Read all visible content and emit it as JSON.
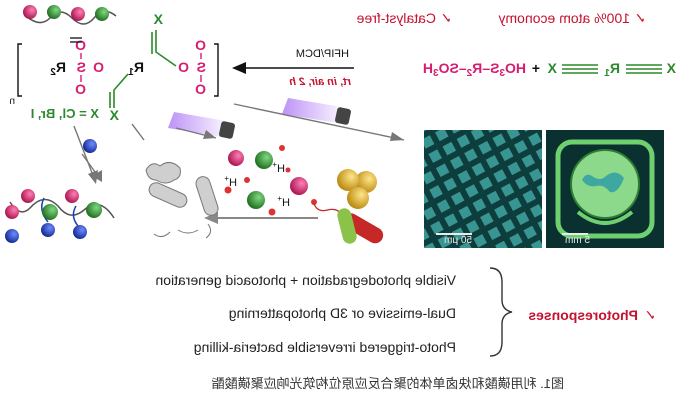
{
  "features": [
    "100% atom economy",
    "Catalyst-free"
  ],
  "check_mark": "✓",
  "reaction": {
    "monomer_x": "X",
    "alkyne_r1": "R",
    "alkyne_r1_sub": "1",
    "plus": "+",
    "acid_left": "HO",
    "acid_left_sub": "3",
    "acid_s": "S",
    "acid_r2": "R",
    "acid_r2_sub": "2",
    "acid_so3h": "SO",
    "acid_so3h_sub": "3",
    "acid_h": "H",
    "conditions_solvent": "HFIP/DCM",
    "conditions_time": "rt, in air, 2 h",
    "x_definition": "X = Cl, Br, I",
    "bracket_n": "n",
    "poly_s": "S",
    "poly_o": "O",
    "poly_r1": "R",
    "poly_r2": "R",
    "poly_x": "X"
  },
  "ions": [
    "H",
    "H",
    "H"
  ],
  "ion_charge": "+",
  "scale_bars": [
    "50 μm",
    "5 mm"
  ],
  "photoresponses_title": "Photoresponses",
  "photoresponses": [
    "Visible photodegradation + photoacid generation",
    "Dual-emissive or 3D photopatterning",
    "Photo-triggered irreversible bacteria-killing"
  ],
  "caption": "图1. 利用磺酸和炔卤单体的聚合反应原位构筑光响应聚磺酸酯",
  "colors": {
    "accent_red": "#c4122f",
    "chem_green": "#2a8a2a",
    "chem_magenta": "#d81b70",
    "bead_magenta": "#c2185b",
    "bead_green": "#2e7d32",
    "bead_blue": "#1a3fb5",
    "light_purple": "#8a3cf0"
  }
}
